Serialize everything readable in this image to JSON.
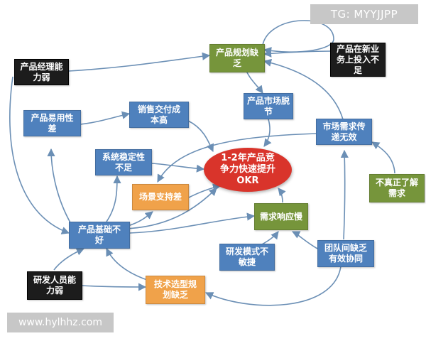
{
  "watermarks": {
    "top": "TG: MYYJJPP",
    "bottom": "www.hylhhz.com"
  },
  "center": {
    "label": "1-2年产品竞\n争力快速提升\nOKR"
  },
  "nodes": {
    "product_planning_gap": "产品规划缺\n乏",
    "product_manager_weak": "产品经理能\n力弱",
    "new_business_investment": "产品在新业\n务上投入不\n足",
    "product_market_disconnect": "产品市场脱\n节",
    "sales_delivery_cost": "销售交付成\n本高",
    "product_usability_poor": "产品易用性\n差",
    "market_demand_ineffective": "市场需求传\n递无效",
    "system_stability": "系统稳定性\n不足",
    "scenario_support_poor": "场景支持差",
    "not_understanding_demand": "不真正了解\n需求",
    "demand_response_slow": "需求响应慢",
    "product_foundation_weak": "产品基础不\n好",
    "rd_model_inflexible": "研发模式不\n敏捷",
    "team_collaboration": "团队间缺乏\n有效协同",
    "rd_staff_weak": "研发人员能\n力弱",
    "tech_selection_gap": "技术选型规\n划缺乏"
  },
  "colors": {
    "blue": "#4f81bd",
    "black": "#1c1c1c",
    "green": "#76953b",
    "orange": "#f0a24a",
    "center": "#d9342b",
    "arrow": "#6b8fb5"
  }
}
